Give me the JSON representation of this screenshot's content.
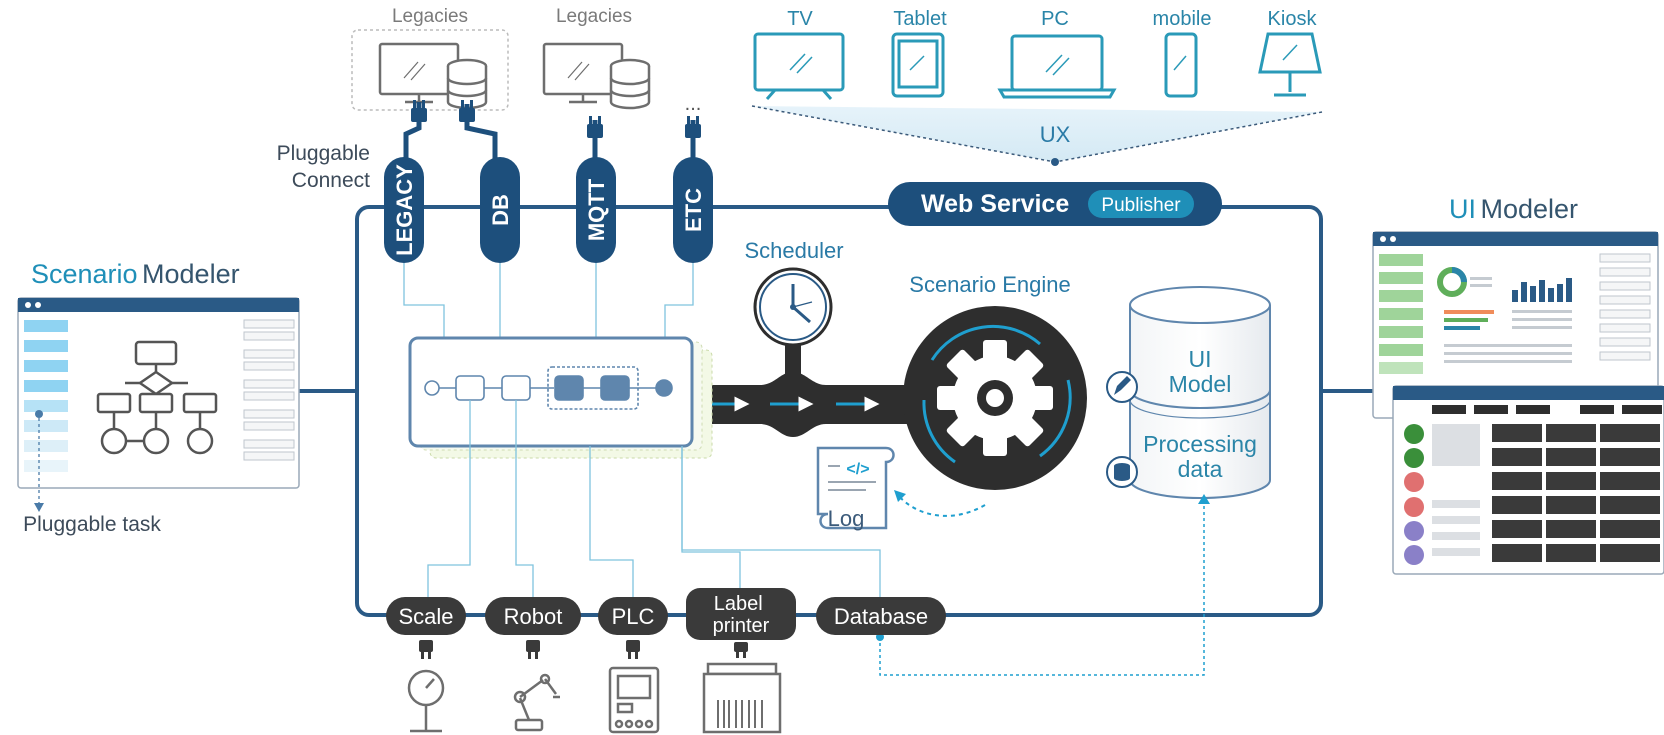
{
  "legacies": [
    "Legacies",
    "Legacies"
  ],
  "legacy_ellipsis": "...",
  "pluggable_connect": [
    "Pluggable",
    "Connect"
  ],
  "connectors": [
    "LEGACY",
    "DB",
    "MQTT",
    "ETC"
  ],
  "devices": [
    "TV",
    "Tablet",
    "PC",
    "mobile",
    "Kiosk"
  ],
  "ux_label": "UX",
  "web_service": {
    "title": "Web Service",
    "badge": "Publisher"
  },
  "scheduler": "Scheduler",
  "scenario_engine": "Scenario Engine",
  "scenario_modeler": {
    "accent": "Scenario",
    "rest": " Modeler"
  },
  "ui_modeler": {
    "accent": "UI",
    "rest": " Modeler"
  },
  "pluggable_task": "Pluggable task",
  "ui_model": [
    "UI",
    "Model"
  ],
  "processing_data": [
    "Processing",
    "data"
  ],
  "log": "Log",
  "bottom_nodes": [
    "Scale",
    "Robot",
    "PLC",
    "Label printer",
    "Database"
  ],
  "colors": {
    "navy": "#1d4f7c",
    "frame": "#2a5a86",
    "accent_blue": "#1f8fb8",
    "dark_pill": "#3a3a3a",
    "engine_dark": "#2e2e2e"
  }
}
